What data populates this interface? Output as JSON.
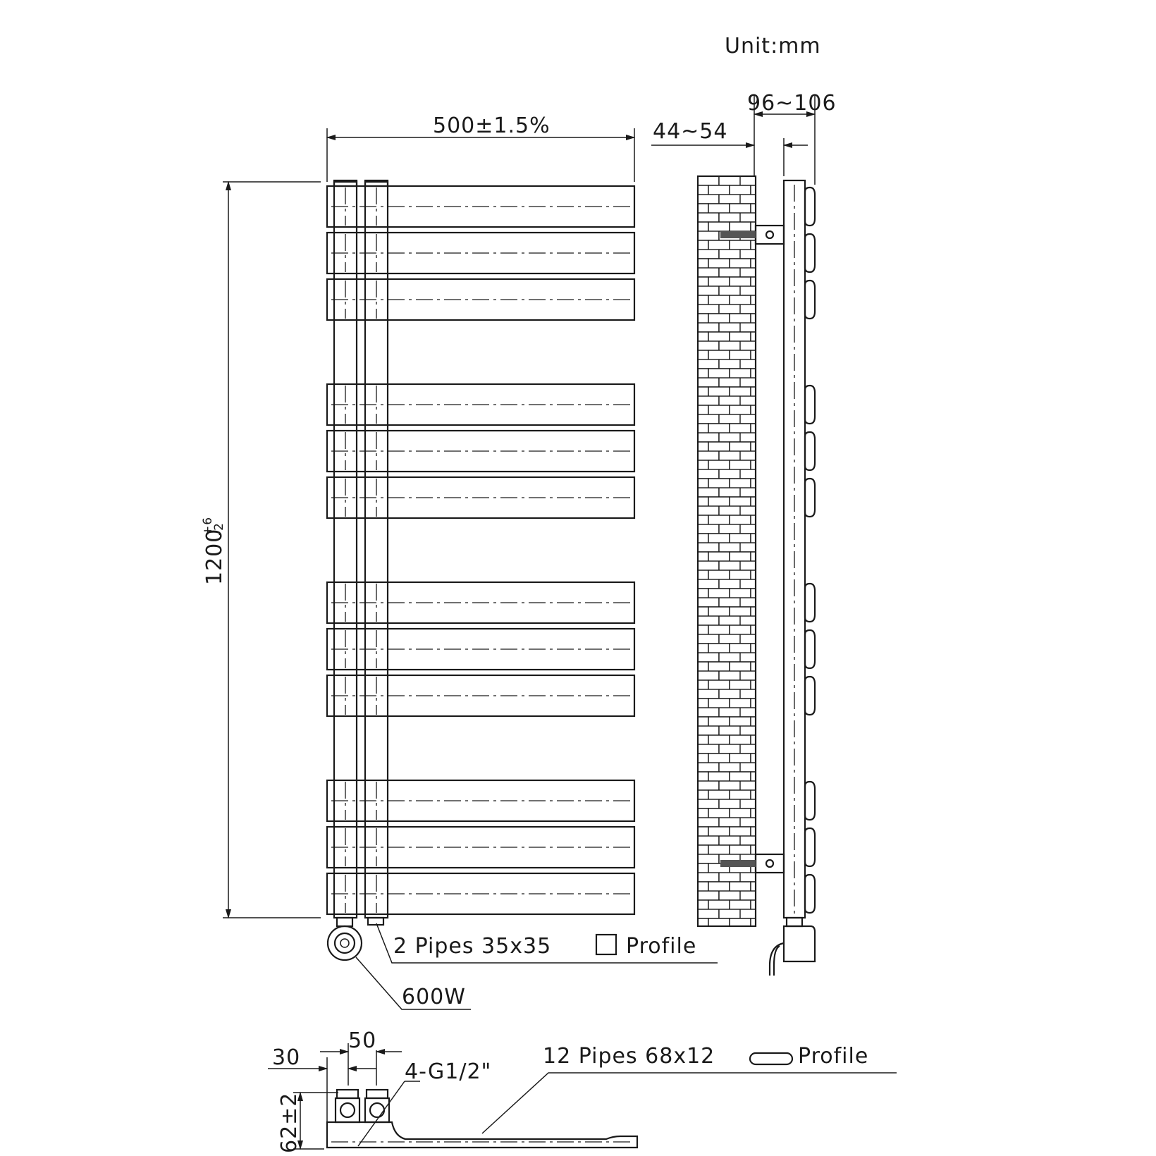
{
  "unit_label": "Unit:mm",
  "dimensions": {
    "width": "500±1.5%",
    "height_base": "1200",
    "height_tol_upper": "+6",
    "height_tol_lower": "-2",
    "wall_gap": "44~54",
    "total_depth": "96~106",
    "inlet_offset": "30",
    "pipe_spacing": "50",
    "inlet_height": "62±2"
  },
  "annotations": {
    "vertical_pipes": "2 Pipes  35x35",
    "vertical_profile": "Profile",
    "element_power": "600W",
    "connections": "4-G1/2\"",
    "horizontal_pipes": "12 Pipes  68x12",
    "horizontal_profile": "Profile"
  },
  "bar_groups": 4,
  "bars_per_group": 3,
  "colors": {
    "line": "#1a1a1a",
    "background": "#ffffff"
  }
}
